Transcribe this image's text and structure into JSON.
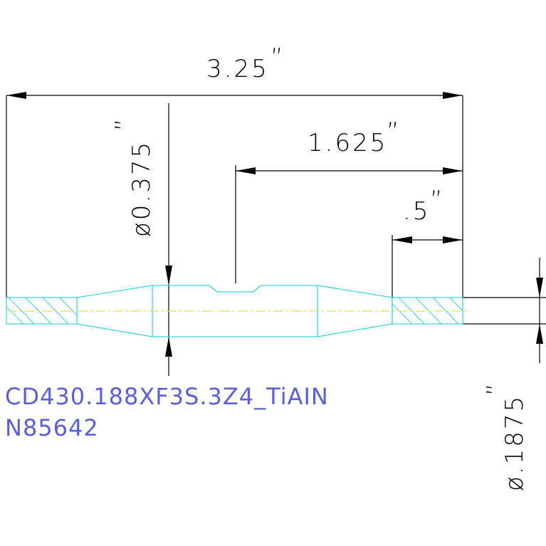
{
  "dimensions": {
    "overall_length": "3.25",
    "overall_length_unit": "”",
    "shank_length": "1.625",
    "shank_length_unit": "”",
    "tip_length": ".5",
    "tip_length_unit": "”",
    "body_diameter": "ø0.375",
    "body_diameter_unit": "”",
    "tip_diameter": "ø.1875",
    "tip_diameter_unit": "”"
  },
  "part": {
    "number": "CD430.188XF3S.3Z4_TiAIN",
    "code": "N85642"
  },
  "colors": {
    "outline": "#35d3e6",
    "centerline": "#e8e04a",
    "dimension": "#000000",
    "label": "#5b5fd9"
  }
}
